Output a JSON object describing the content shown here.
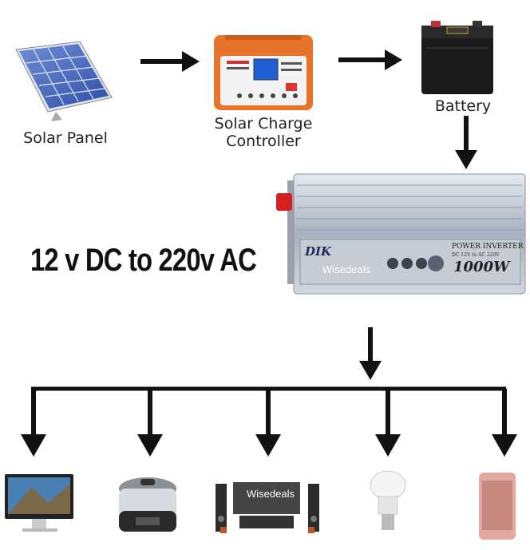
{
  "components": {
    "solar_panel": {
      "label": "Solar Panel"
    },
    "charge_controller": {
      "label_line1": "Solar Charge",
      "label_line2": "Controller"
    },
    "battery": {
      "label": "Battery"
    },
    "inverter": {
      "brand": "DIK",
      "title": "POWER INVERTER",
      "spec": "DC 12V to AC 220V",
      "rating": "1000W",
      "watermark": "Wisedeals"
    }
  },
  "conversion_text": "12 v DC to 220v AC",
  "appliances_watermark": "Wisedeals",
  "colors": {
    "arrow": "#111111",
    "controller": "#e8732a",
    "battery": "#1a1a1a",
    "inverter": "#b8c0cc"
  }
}
